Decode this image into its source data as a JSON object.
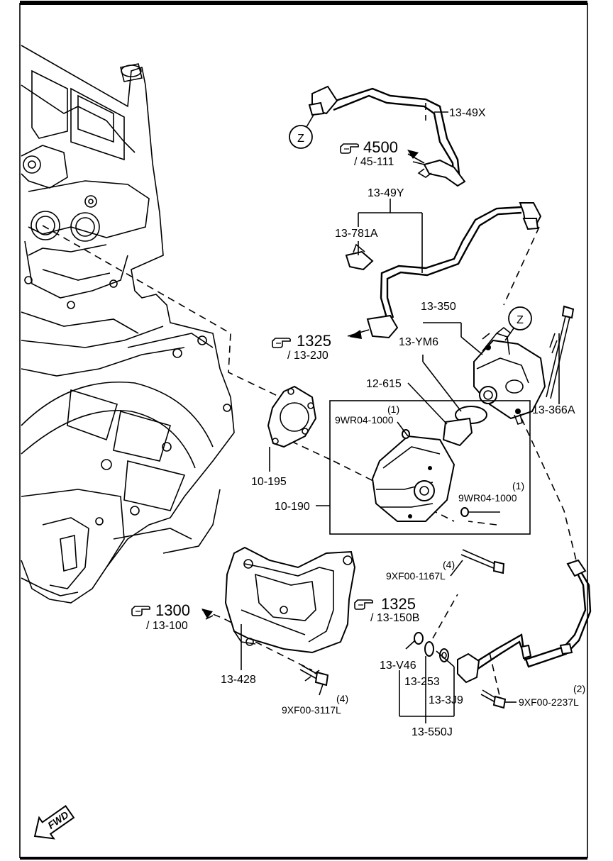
{
  "labels": {
    "p_13_49x": "13-49X",
    "ref_4500_num": "4500",
    "ref_4500_sub": "/ 45-111",
    "p_13_49y": "13-49Y",
    "p_13_781a": "13-781A",
    "ref_1325a_num": "1325",
    "ref_1325a_sub": "/ 13-2J0",
    "p_13_350": "13-350",
    "p_13_ym6": "13-YM6",
    "p_13_366a": "13-366A",
    "p_12_615": "12-615",
    "qty_9wr_top": "(1)",
    "p_9wr_top": "9WR04-1000",
    "qty_9wr_bot": "(1)",
    "p_9wr_bot": "9WR04-1000",
    "p_10_195": "10-195",
    "p_10_190": "10-190",
    "qty_9xf_1167": "(4)",
    "p_9xf_1167": "9XF00-1167L",
    "ref_1300_num": "1300",
    "ref_1300_sub": "/ 13-100",
    "ref_1325b_num": "1325",
    "ref_1325b_sub": "/ 13-150B",
    "p_13_428": "13-428",
    "qty_9xf_3117": "(4)",
    "p_9xf_3117": "9XF00-3117L",
    "p_13_v46": "13-V46",
    "p_13_253": "13-253",
    "p_13_3j9": "13-3J9",
    "p_13_550j": "13-550J",
    "qty_9xf_2237": "(2)",
    "p_9xf_2237": "9XF00-2237L",
    "callout_z1": "Z",
    "callout_z2": "Z",
    "fwd": "FWD"
  },
  "icons": [
    "hand-pointer-icon",
    "fwd-arrow-icon"
  ]
}
